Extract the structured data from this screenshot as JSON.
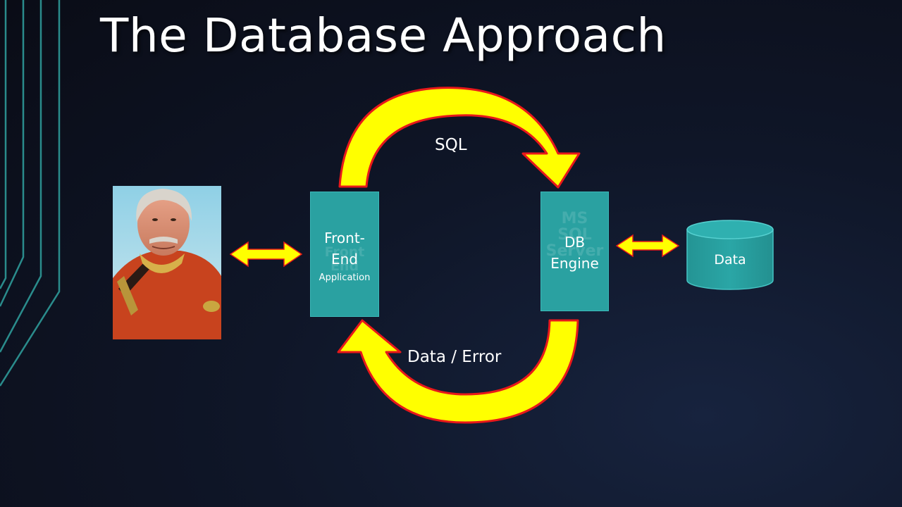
{
  "slide": {
    "title": "The Database Approach"
  },
  "diagram": {
    "portrait": {
      "icon": "person-portrait-icon"
    },
    "front_end": {
      "label_line1": "Front-",
      "label_line2": "End",
      "sublabel": "Application",
      "ghost_line1": "Front",
      "ghost_line2": "End"
    },
    "db_engine": {
      "label_line1": "DB",
      "label_line2": "Engine",
      "ghost_line1": "MS",
      "ghost_line2": "SQL",
      "ghost_line3": "Server"
    },
    "data_store": {
      "label": "Data"
    },
    "flows": {
      "request_label": "SQL",
      "response_label": "Data / Error"
    }
  },
  "colors": {
    "arrow_fill": "#ffff00",
    "arrow_outline": "#e8181a",
    "box_fill": "#2aa1a1",
    "accent_lines": "#2a8c8c"
  }
}
